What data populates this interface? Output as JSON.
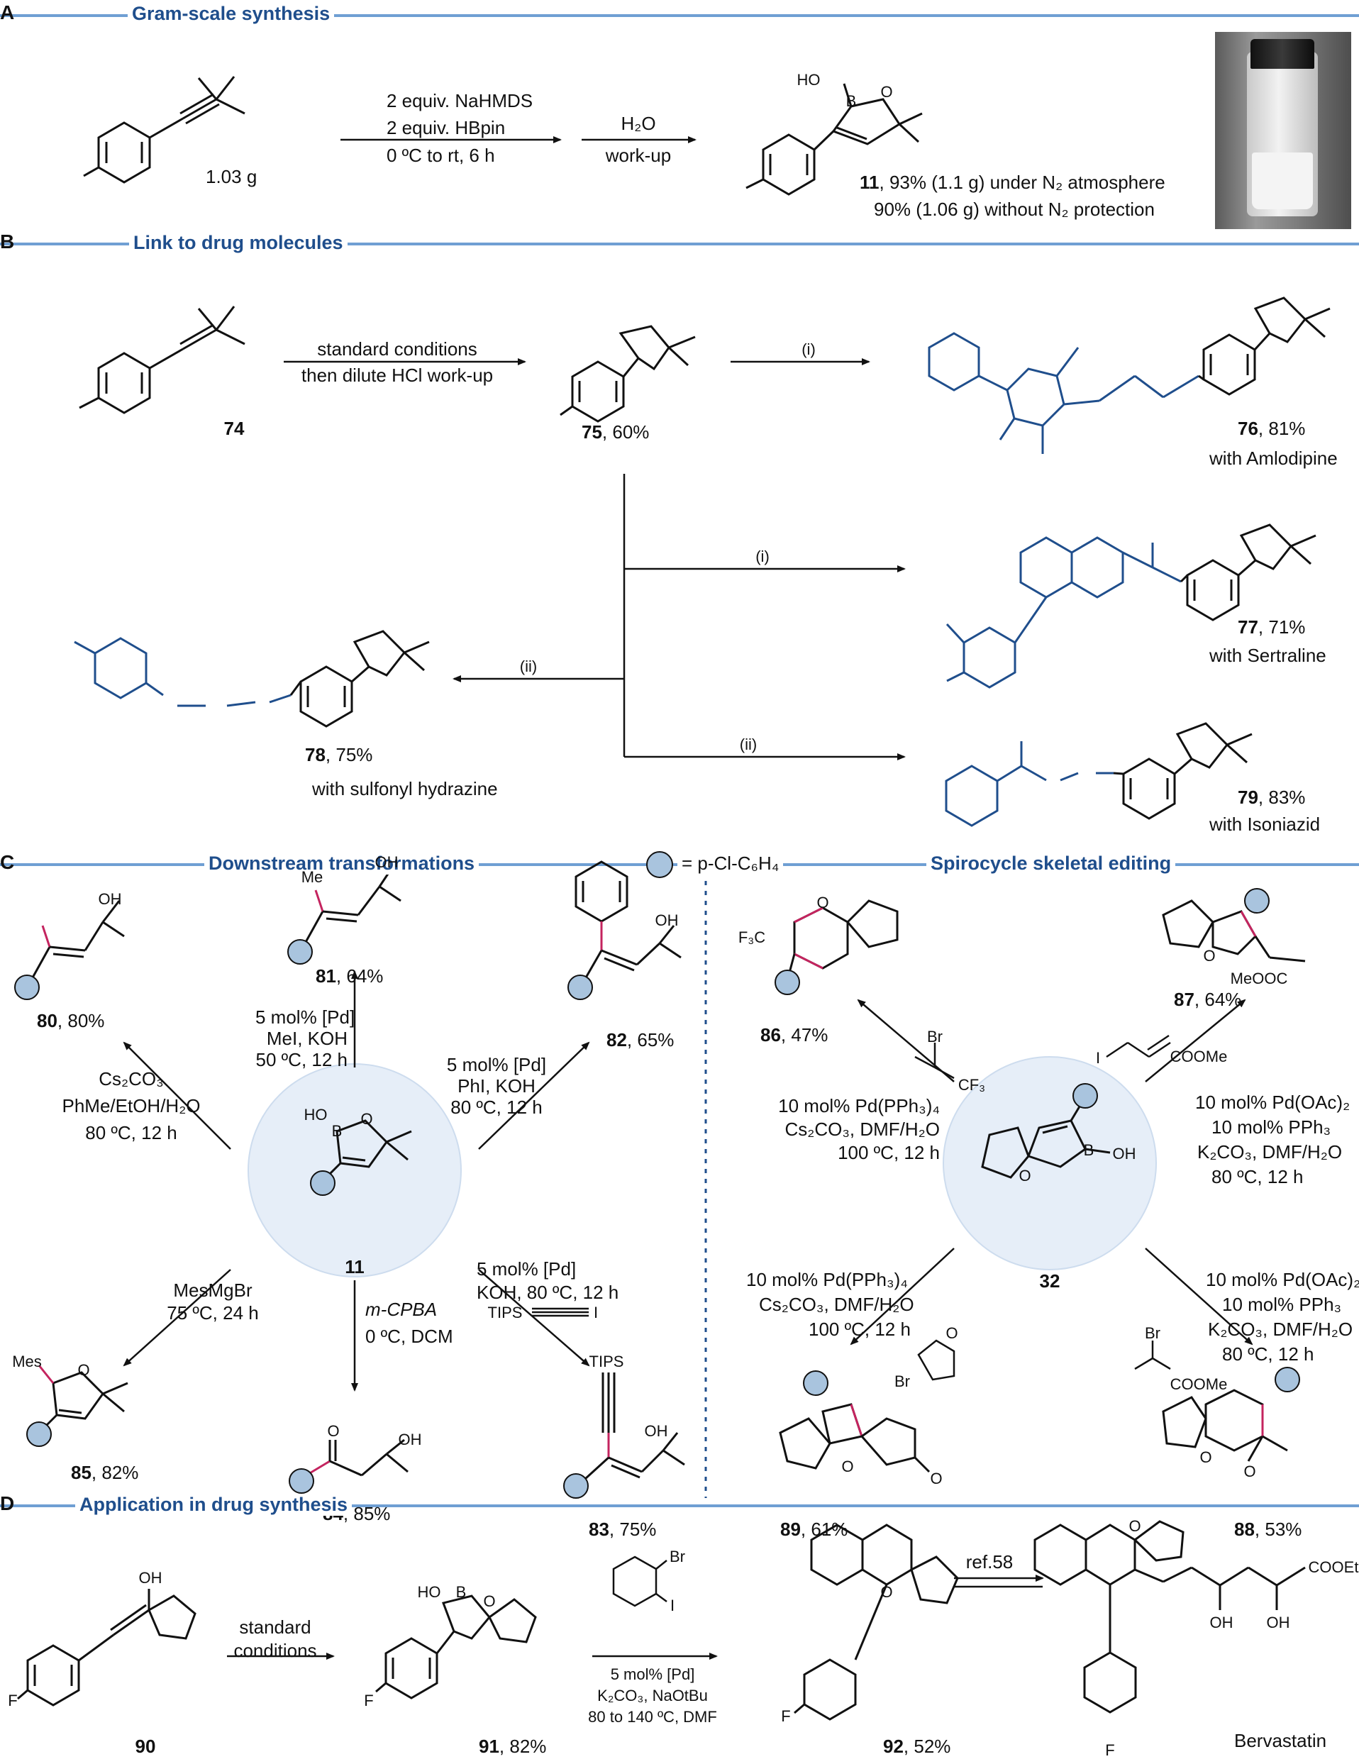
{
  "colors": {
    "header_blue": "#1f4e8c",
    "rule_blue": "#6f9fd3",
    "circle_fill": "#e6eef8",
    "aryl_fill": "#a9c4de",
    "bond_highlight": "#c4245f"
  },
  "panel_a": {
    "letter": "A",
    "title": "Gram-scale synthesis",
    "start_mass": "1.03 g",
    "cond1": [
      "2 equiv. NaHMDS",
      "2 equiv. HBpin",
      "0 ºC to rt, 6 h"
    ],
    "cond2": [
      "H₂O",
      "work-up"
    ],
    "product_num": "11",
    "yield1_rest": ", 93% (1.1 g) under N₂ atmosphere",
    "yield2": "90% (1.06 g) without N₂ protection"
  },
  "panel_b": {
    "letter": "B",
    "title": "Link to drug molecules",
    "sm_num": "74",
    "cond": [
      "standard conditions",
      "then dilute HCl work-up"
    ],
    "int_num": "75",
    "int_yield": ", 60%",
    "step_i": "(i)",
    "step_ii": "(ii)",
    "products": [
      {
        "num": "76",
        "yield": ", 81%",
        "label": "with Amlodipine"
      },
      {
        "num": "77",
        "yield": ", 71%",
        "label": "with Sertraline"
      },
      {
        "num": "78",
        "yield": ", 75%",
        "label": "with sulfonyl hydrazine"
      },
      {
        "num": "79",
        "yield": ", 83%",
        "label": "with Isoniazid"
      }
    ]
  },
  "panel_c": {
    "letter": "C",
    "title_left": "Downstream transformations",
    "legend": "= p-Cl-C₆H₄",
    "title_right": "Spirocycle skeletal editing",
    "center_left": "11",
    "center_right": "32",
    "left_products": [
      {
        "num": "80",
        "yield": ", 80%",
        "cond": [
          "Cs₂CO₃",
          "PhMe/EtOH/H₂O",
          "80 ºC, 12 h"
        ]
      },
      {
        "num": "81",
        "yield": ", 64%",
        "cond": [
          "5 mol% [Pd]",
          "MeI, KOH",
          "50 ºC, 12 h"
        ]
      },
      {
        "num": "82",
        "yield": ", 65%",
        "cond": [
          "5 mol% [Pd]",
          "PhI, KOH",
          "80 ºC, 12 h"
        ]
      },
      {
        "num": "83",
        "yield": ", 75%",
        "cond": [
          "5 mol% [Pd]",
          "KOH, 80 ºC, 12 h"
        ]
      },
      {
        "num": "84",
        "yield": ", 85%",
        "cond": [
          "m-CPBA",
          "0 ºC, DCM"
        ]
      },
      {
        "num": "85",
        "yield": ", 82%",
        "cond": [
          "MesMgBr",
          "75 ºC, 24 h"
        ]
      }
    ],
    "right_products": [
      {
        "num": "86",
        "yield": ", 47%",
        "cond": [
          "10 mol% Pd(PPh₃)₄",
          "Cs₂CO₃, DMF/H₂O",
          "100 ºC, 12 h"
        ]
      },
      {
        "num": "87",
        "yield": ", 64%",
        "cond": [
          "10 mol% Pd(OAc)₂",
          "10 mol% PPh₃",
          "K₂CO₃, DMF/H₂O",
          "80 ºC, 12 h"
        ]
      },
      {
        "num": "88",
        "yield": ", 53%",
        "cond": [
          "10 mol% Pd(OAc)₂",
          "10 mol% PPh₃",
          "K₂CO₃, DMF/H₂O",
          "80 ºC, 12 h"
        ]
      },
      {
        "num": "89",
        "yield": ", 61%",
        "cond": [
          "10 mol% Pd(PPh₃)₄",
          "Cs₂CO₃, DMF/H₂O",
          "100 ºC, 12 h"
        ]
      }
    ],
    "atoms": {
      "TIPS": "TIPS",
      "I": "I",
      "Br": "Br",
      "CF3": "CF₃",
      "COOMe": "COOMe",
      "MeOOC": "MeOOC",
      "F3C": "F₃C",
      "Mes": "Mes",
      "Me": "Me",
      "OH": "OH",
      "O": "O",
      "B": "B",
      "HO": "HO"
    }
  },
  "panel_d": {
    "letter": "D",
    "title": "Application in drug synthesis",
    "cond1": [
      "standard",
      "conditions"
    ],
    "cond2": [
      "5 mol% [Pd]",
      "K₂CO₃, NaOtBu",
      "80 to 140 ºC, DMF"
    ],
    "ref": "ref.58",
    "compounds": [
      {
        "num": "90",
        "yield": ""
      },
      {
        "num": "91",
        "yield": ", 82%"
      },
      {
        "num": "92",
        "yield": ", 52%"
      }
    ],
    "final": "Bervastatin",
    "atoms": {
      "F": "F",
      "OH": "OH",
      "COOEt": "COOEt",
      "Br": "Br",
      "I": "I",
      "O": "O"
    }
  }
}
